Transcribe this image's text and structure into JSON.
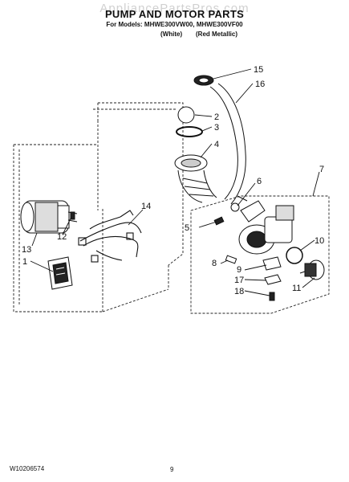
{
  "watermark": "AppliancePartsPros.com",
  "header": {
    "title": "PUMP AND MOTOR PARTS",
    "models_line": "For Models: MHWE300VW00, MHWE300VF00",
    "variant_white": "(White)",
    "variant_red": "(Red Metallic)"
  },
  "callouts": [
    "1",
    "2",
    "3",
    "4",
    "5",
    "6",
    "7",
    "8",
    "9",
    "10",
    "11",
    "12",
    "13",
    "14",
    "15",
    "16",
    "17",
    "18"
  ],
  "footer": {
    "doc_number": "W10206574",
    "page_number": "9"
  }
}
